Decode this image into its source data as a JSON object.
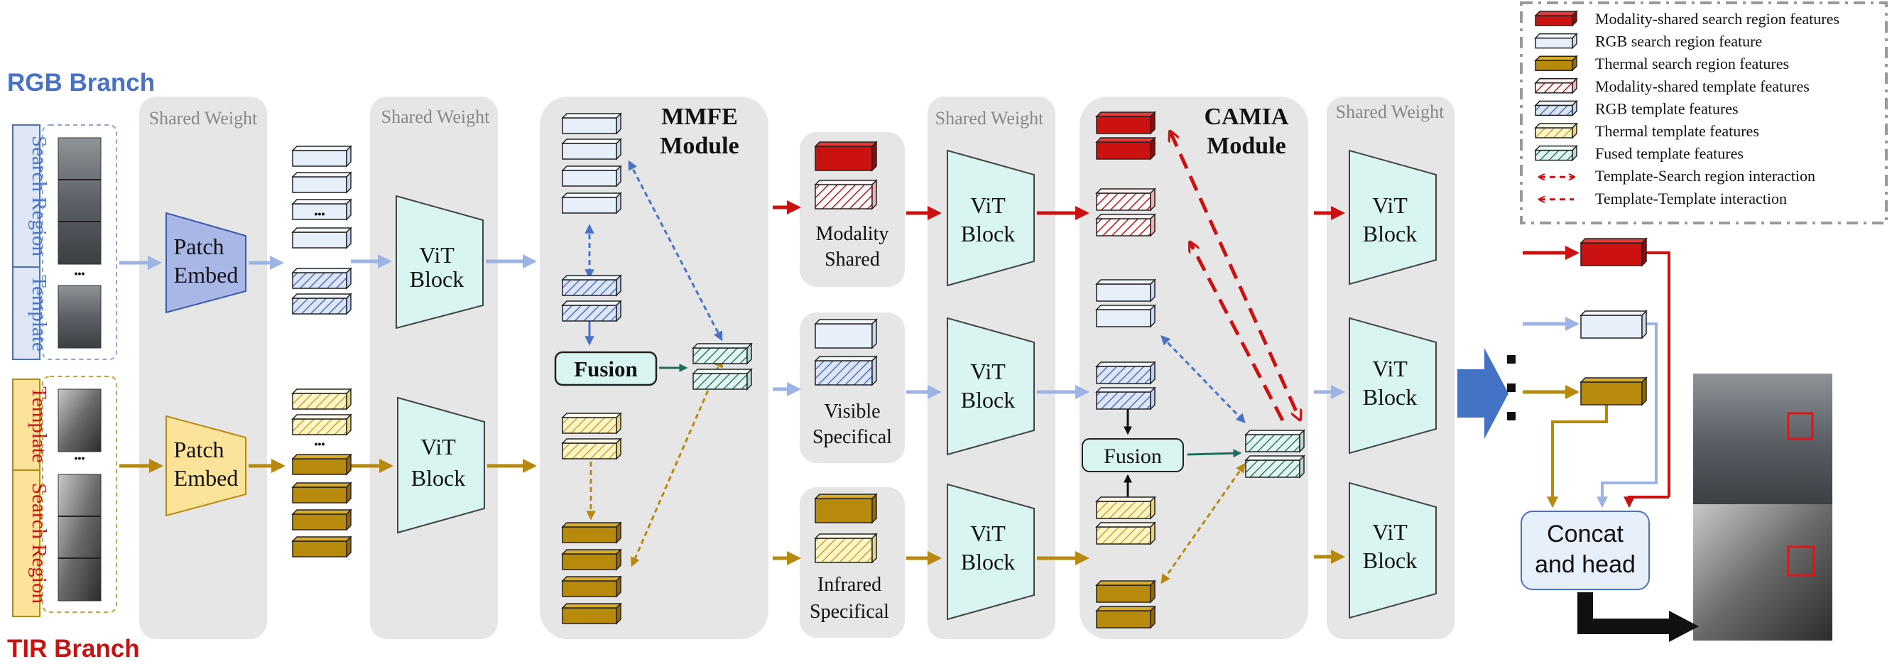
{
  "branches": {
    "rgb": "RGB Branch",
    "tir": "TIR Branch"
  },
  "inputs": {
    "rgb_search": "Search Region",
    "rgb_template": "Template",
    "tir_template": "Template",
    "tir_search": "Search Region",
    "dots": "•••"
  },
  "panels": {
    "shared_weight": "Shared Weight",
    "mmfe_title_1": "MMFE",
    "mmfe_title_2": "Module",
    "camia_title_1": "CAMIA",
    "camia_title_2": "Module"
  },
  "blocks": {
    "patch_embed_1": "Patch",
    "patch_embed_2": "Embed",
    "vit_1": "ViT",
    "vit_2": "Block",
    "fusion": "Fusion"
  },
  "streams": {
    "modality_1": "Modality",
    "modality_2": "Shared",
    "visible_1": "Visible",
    "visible_2": "Specifical",
    "infrared_1": "Infrared",
    "infrared_2": "Specifical"
  },
  "head": {
    "line1": "Concat",
    "line2": "and head"
  },
  "legend": [
    {
      "label": "Modality-shared search region features",
      "kind": "solid",
      "color": "#cc1111"
    },
    {
      "label": "RGB search region feature",
      "kind": "solid",
      "color": "#e6effa"
    },
    {
      "label": "Thermal search region features",
      "kind": "solid",
      "color": "#b88a0c"
    },
    {
      "label": "Modality-shared template features",
      "kind": "hatch",
      "color": "#cc1111"
    },
    {
      "label": "RGB template features",
      "kind": "hatch",
      "color": "#5577cc"
    },
    {
      "label": "Thermal template features",
      "kind": "hatch",
      "color": "#c9a628"
    },
    {
      "label": "Fused template features",
      "kind": "hatch",
      "color": "#2d7a68"
    },
    {
      "label": "Template-Search region interaction",
      "kind": "biarrow",
      "color": "#cc1111"
    },
    {
      "label": "Template-Template interaction",
      "kind": "arrow",
      "color": "#cc1111"
    }
  ],
  "colors": {
    "rgb": "#4a72c4",
    "tir": "#cc1111",
    "shared": "#cc1111",
    "visible_arrow": "#9db3e3",
    "thermal_arrow": "#b8890f",
    "panel": "#e6e6e6",
    "vit": "#d8f5f2",
    "patch_rgb": "#a9b7e6",
    "patch_tir": "#fbe39a"
  }
}
